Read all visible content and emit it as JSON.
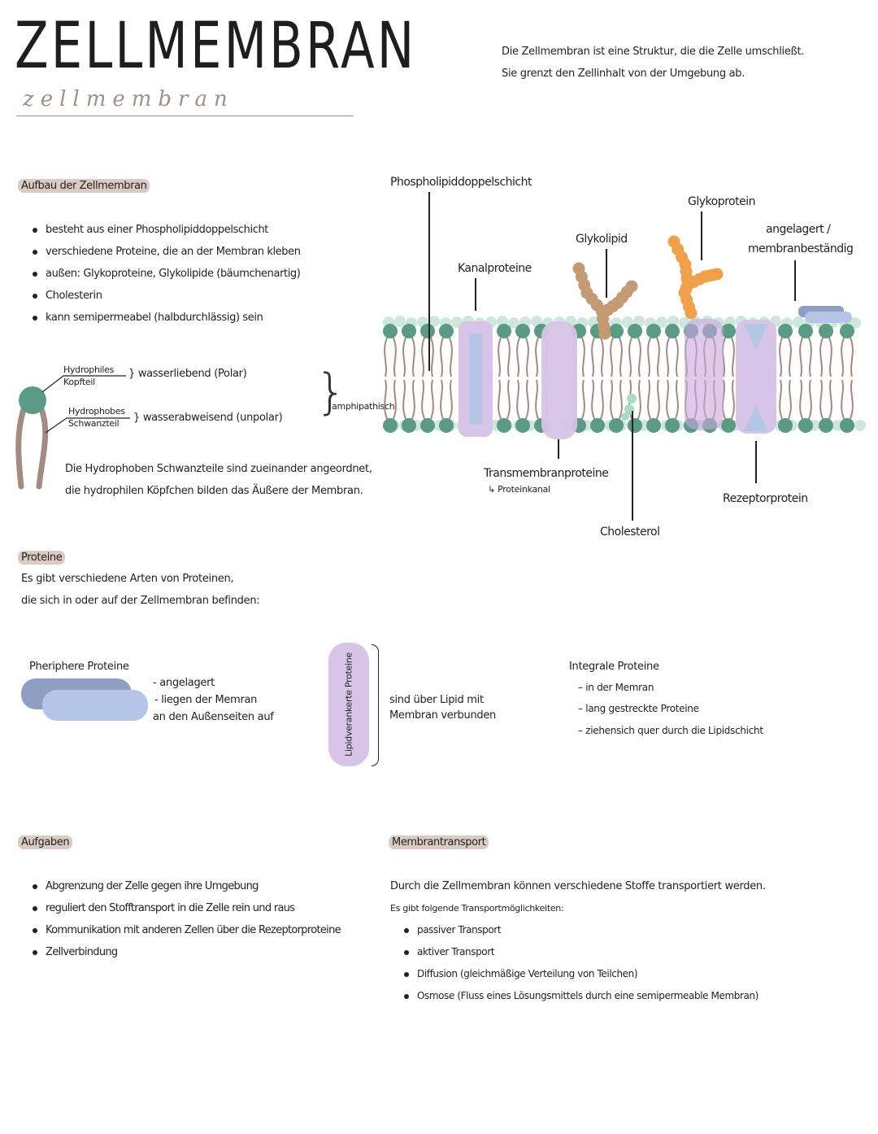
{
  "title": {
    "main": "ZELLMEMBRAN",
    "script": "zellmembran"
  },
  "intro": [
    "Die Zellmembran ist eine Struktur, die die Zelle umschließt.",
    "Sie grenzt den Zellinhalt von der Umgebung ab."
  ],
  "aufbau": {
    "heading": "Aufbau der Zellmembran",
    "bullets": [
      "besteht aus einer Phospholipiddoppelschicht",
      "verschiedene Proteine, die an der Membran kleben",
      "außen: Glykoproteine, Glykolipide (bäumchenartig)",
      "Cholesterin",
      "kann semipermeabel (halbdurchlässig) sein"
    ],
    "phospholipid": {
      "head_label": [
        "Hydrophiles",
        "Kopfteil"
      ],
      "head_desc": "wasserliebend (Polar)",
      "tail_label": [
        "Hydrophobes",
        "Schwanzteil"
      ],
      "tail_desc": "wasserabweisend (unpolar)",
      "group_label": "amphipathisch"
    },
    "note": [
      "Die Hydrophoben Schwanzteile sind zueinander angeordnet,",
      "die hydrophilen Köpfchen bilden das Äußere der Membran."
    ]
  },
  "diagram": {
    "labels": {
      "phospholipid": "Phospholipiddoppelschicht",
      "kanal": "Kanalproteine",
      "glykolipid": "Glykolipid",
      "glykoprotein": "Glykoprotein",
      "angelagert": [
        "angelagert /",
        "membranbeständig"
      ],
      "transmembran": "Transmembranproteine",
      "transmembran_sub": "↳ Proteinkanal",
      "cholesterol": "Cholesterol",
      "rezeptor": "Rezeptorprotein"
    },
    "colors": {
      "head": "#5b9a85",
      "head_light": "#cfe6de",
      "tail": "#a58a82",
      "protein": "#d8c4e6",
      "channel": "#b3c6e6",
      "glykolipid": "#c49a72",
      "glykoprotein": "#f0a04b",
      "peripheral_dark": "#8e9fc3",
      "peripheral_light": "#b5c5e6",
      "cholesterol": "#a9dcc8"
    }
  },
  "proteine": {
    "heading": "Proteine",
    "intro": [
      "Es gibt verschiedene Arten von Proteinen,",
      "die sich in oder auf der Zellmembran befinden:"
    ],
    "peripher": {
      "title": "Pheriphere Proteine",
      "points": [
        "- angelagert",
        "- liegen der Memran",
        "an den Außenseiten auf"
      ]
    },
    "lipid": {
      "label": "Lipidverankerte Proteine",
      "desc": [
        "sind über Lipid mit",
        "Membran verbunden"
      ]
    },
    "integral": {
      "title": "Integrale Proteine",
      "points": [
        "– in der Memran",
        "– lang gestreckte Proteine",
        "– ziehensich quer durch die Lipidschicht"
      ]
    }
  },
  "aufgaben": {
    "heading": "Aufgaben",
    "bullets": [
      "Abgrenzung der Zelle gegen ihre Umgebung",
      "reguliert den Stofftransport in die Zelle rein und raus",
      "Kommunikation mit anderen Zellen über die Rezeptorproteine",
      "Zellverbindung"
    ]
  },
  "transport": {
    "heading": "Membrantransport",
    "intro": [
      "Durch die Zellmembran können verschiedene Stoffe transportiert werden.",
      "Es gibt folgende Transportmöglichkeiten:"
    ],
    "bullets": [
      "passiver Transport",
      "aktiver Transport",
      "Diffusion (gleichmäßige Verteilung von Teilchen)",
      "Osmose (Fluss eines Lösungsmittels durch eine semipermeable Membran)"
    ]
  }
}
